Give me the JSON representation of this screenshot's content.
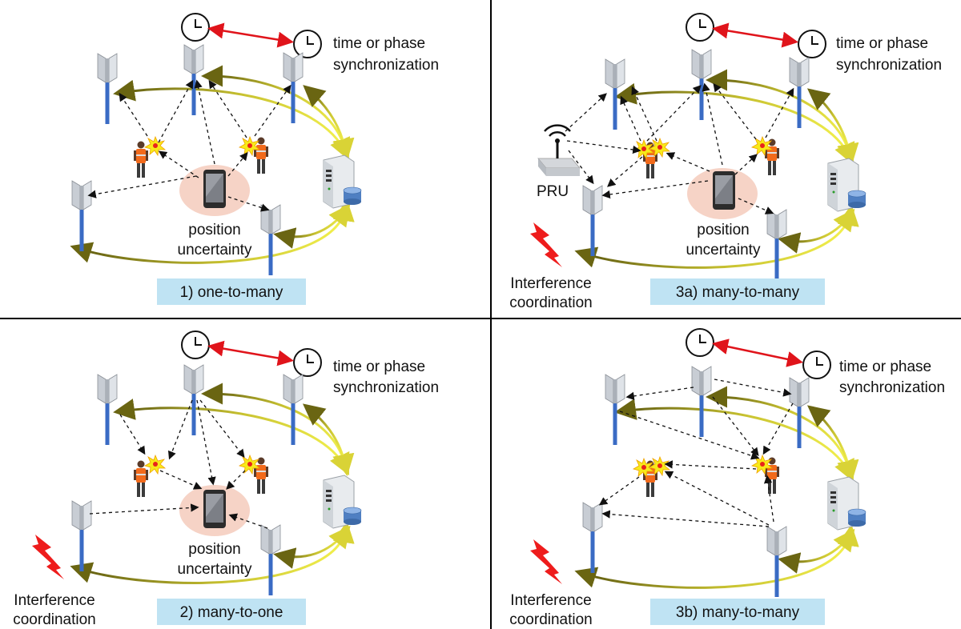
{
  "panels": [
    {
      "title": "1) one-to-many",
      "sync_label_line1": "time or phase",
      "sync_label_line2": "synchronization",
      "uncertainty_line1": "position",
      "uncertainty_line2": "uncertainty",
      "interference_line1": "",
      "interference_line2": "",
      "pru_label": ""
    },
    {
      "title": "3a) many-to-many",
      "sync_label_line1": "time or phase",
      "sync_label_line2": "synchronization",
      "uncertainty_line1": "position",
      "uncertainty_line2": "uncertainty",
      "interference_line1": "Interference",
      "interference_line2": "coordination",
      "pru_label": "PRU"
    },
    {
      "title": "2) many-to-one",
      "sync_label_line1": "time or phase",
      "sync_label_line2": "synchronization",
      "uncertainty_line1": "position",
      "uncertainty_line2": "uncertainty",
      "interference_line1": "Interference",
      "interference_line2": "coordination",
      "pru_label": ""
    },
    {
      "title": "3b) many-to-many",
      "sync_label_line1": "time or phase",
      "sync_label_line2": "synchronization",
      "uncertainty_line1": "",
      "uncertainty_line2": "",
      "interference_line1": "Interference",
      "interference_line2": "coordination",
      "pru_label": ""
    }
  ],
  "colors": {
    "sync_arrow": "#e0141b",
    "mast": "#3a6bc4",
    "label_box": "#bfe3f3",
    "uncertainty_ellipse": "#f6d3c6",
    "lightning": "#ee1c1c",
    "backhaul_light": "#f2f04a",
    "backhaul_dark": "#5e5a10",
    "divider": "#000000"
  },
  "icons": [
    "clock-icon",
    "base-station-icon",
    "server-icon",
    "smartphone-icon",
    "worker-icon",
    "lightning-icon",
    "pru-icon"
  ]
}
